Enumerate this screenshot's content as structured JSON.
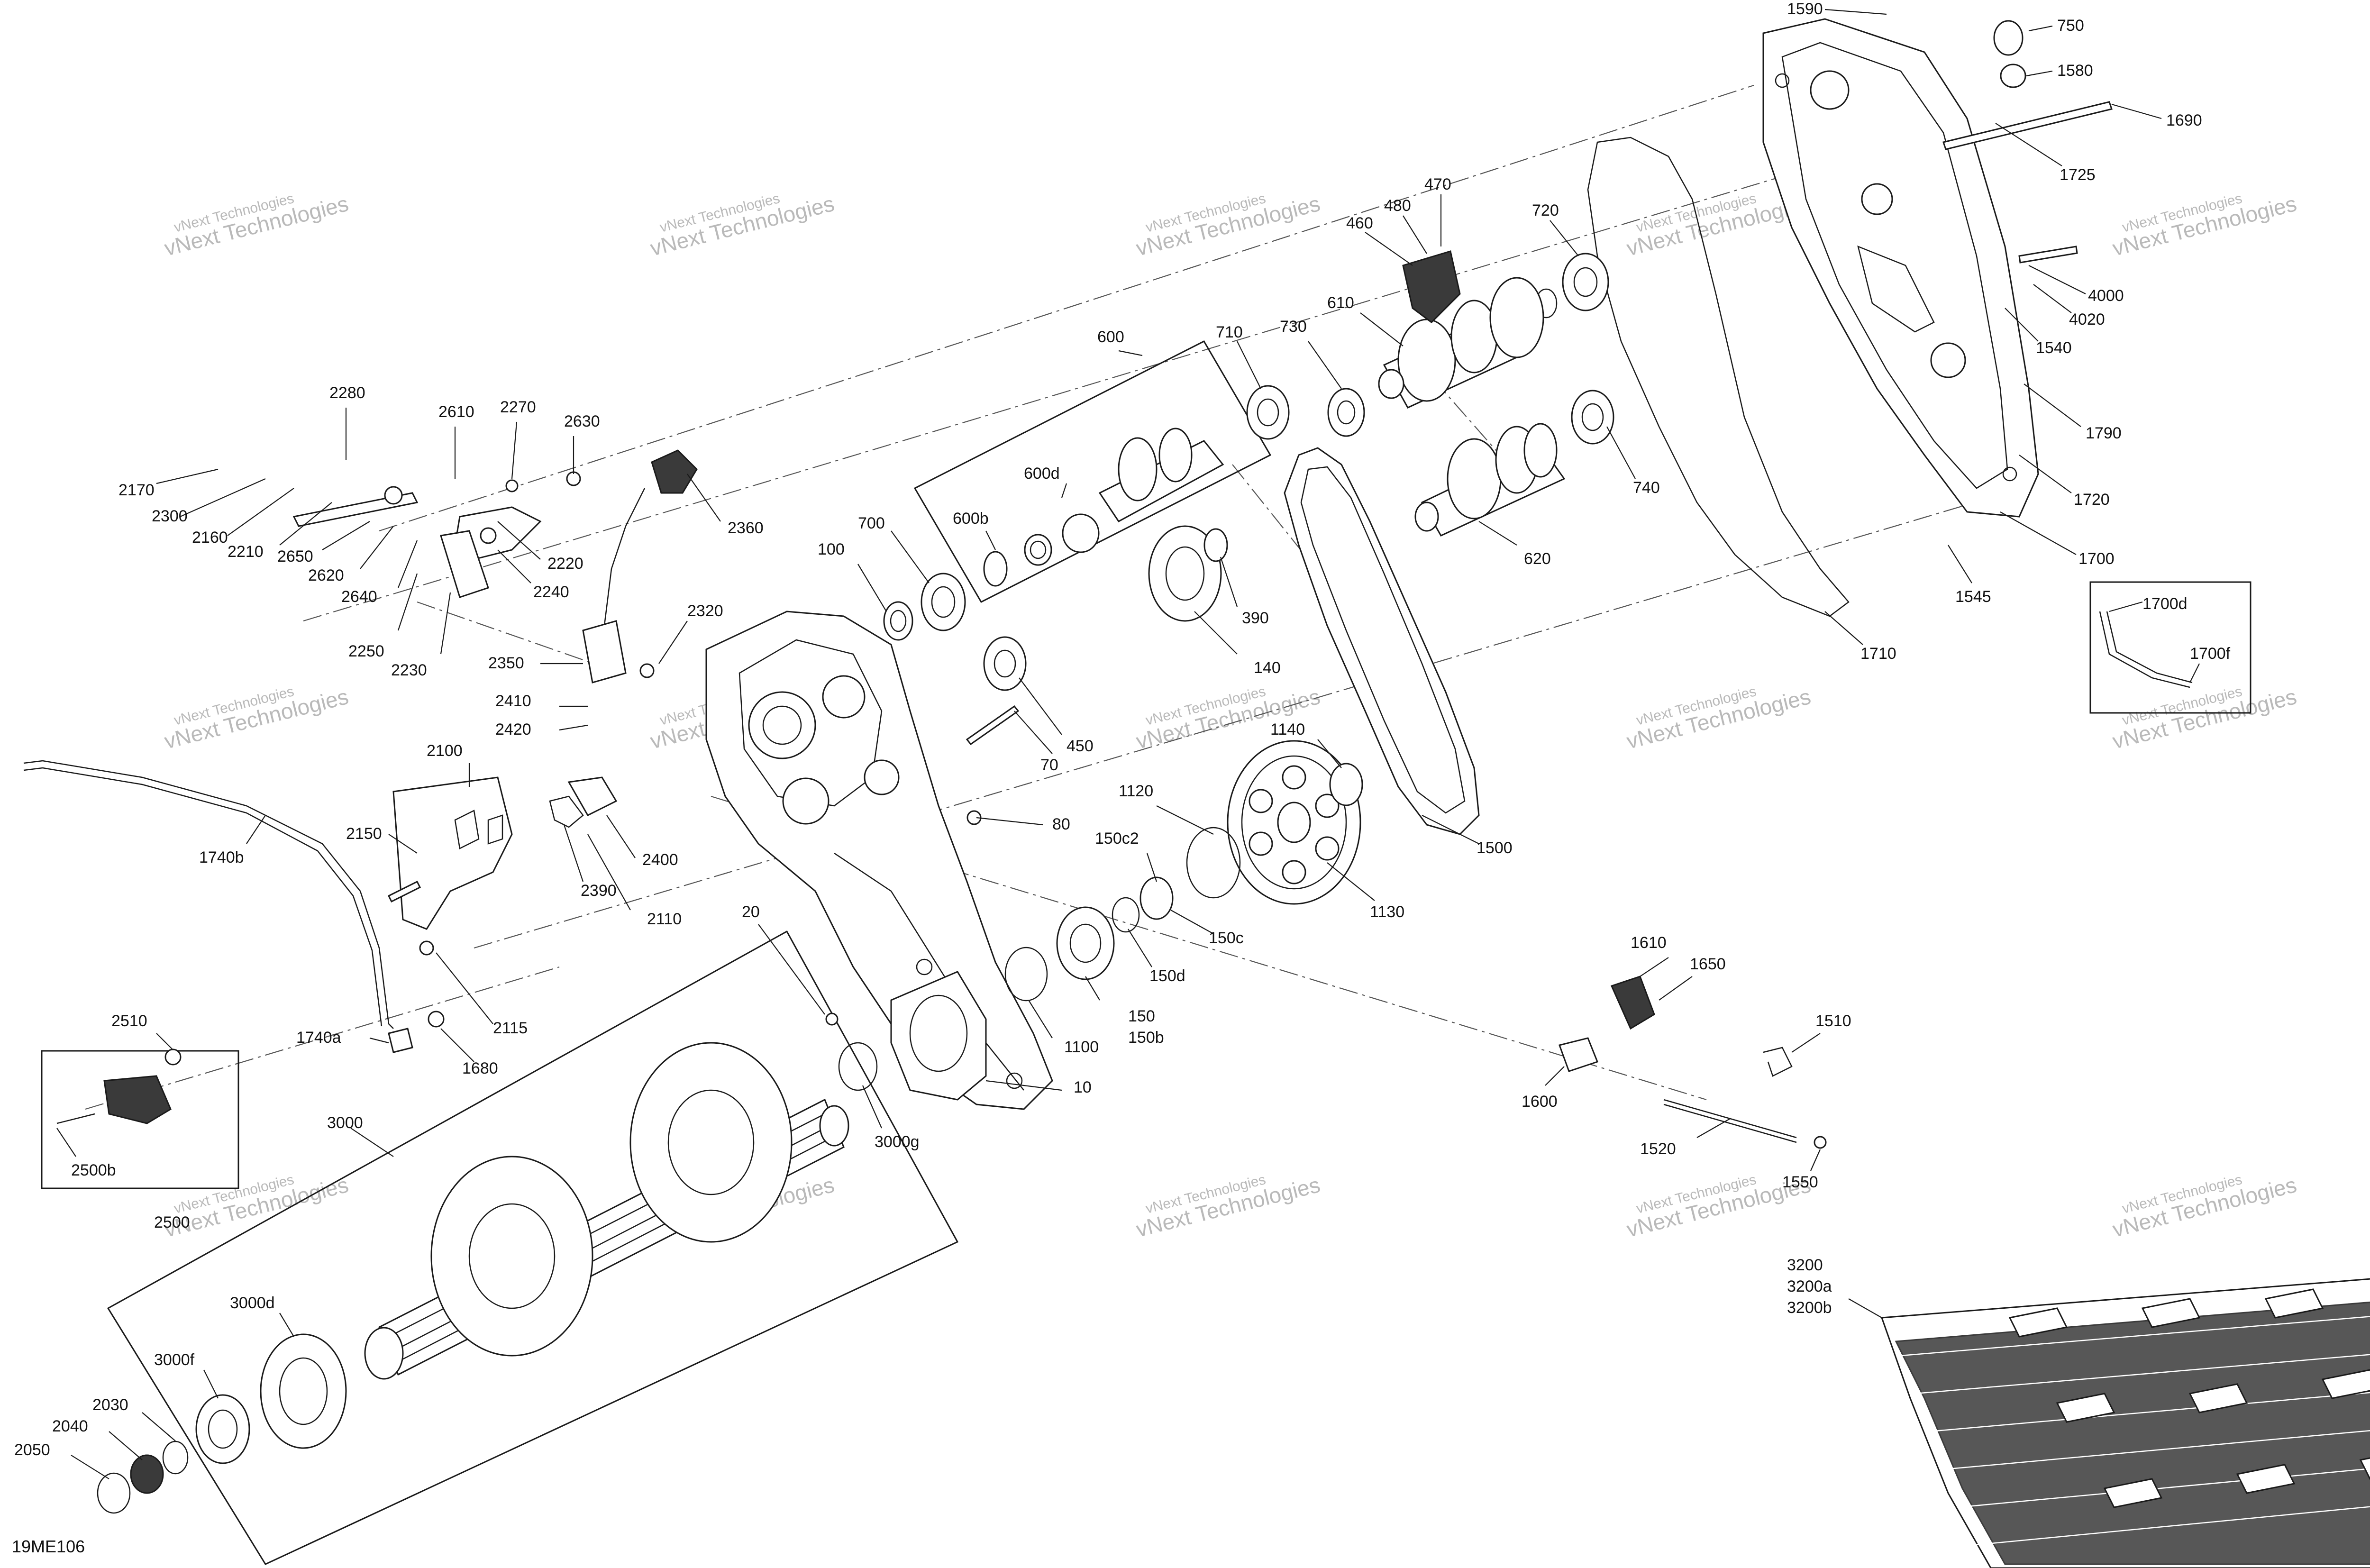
{
  "diagram": {
    "code": "19ME106",
    "watermark_line1": "vNext Technologies",
    "watermark_line2": "vNext Technologies",
    "labels": {
      "l1590": "1590",
      "l750": "750",
      "l1580": "1580",
      "l1690": "1690",
      "l1725": "1725",
      "l470": "470",
      "l480": "480",
      "l460": "460",
      "l720": "720",
      "l610": "610",
      "l730": "730",
      "l710": "710",
      "l600": "600",
      "l600d": "600d",
      "l600b": "600b",
      "l700": "700",
      "l100": "100",
      "l740": "740",
      "l620": "620",
      "l390": "390",
      "l140": "140",
      "l450": "450",
      "l70": "70",
      "l80": "80",
      "l1140": "1140",
      "l1120": "1120",
      "l150c2": "150c2",
      "l150c": "150c",
      "l150d": "150d",
      "l150": "150",
      "l150b": "150b",
      "l1100": "1100",
      "l1130": "1130",
      "l1500": "1500",
      "l1710": "1710",
      "l1700": "1700",
      "l1700d": "1700d",
      "l1700f": "1700f",
      "l4000": "4000",
      "l4020": "4020",
      "l1540": "1540",
      "l1790": "1790",
      "l1720": "1720",
      "l1545": "1545",
      "l2280": "2280",
      "l2610": "2610",
      "l2270": "2270",
      "l2630": "2630",
      "l2170": "2170",
      "l2300": "2300",
      "l2160": "2160",
      "l2210": "2210",
      "l2650": "2650",
      "l2620": "2620",
      "l2640": "2640",
      "l2220": "2220",
      "l2240": "2240",
      "l2250": "2250",
      "l2230": "2230",
      "l2360": "2360",
      "l2350": "2350",
      "l2320": "2320",
      "l2410": "2410",
      "l2420": "2420",
      "l2100": "2100",
      "l2150": "2150",
      "l2390": "2390",
      "l2400": "2400",
      "l2110": "2110",
      "l1740b": "1740b",
      "l2115": "2115",
      "l1740a": "1740a",
      "l1680": "1680",
      "l20": "20",
      "l2510": "2510",
      "l2500b": "2500b",
      "l2500": "2500",
      "l3000": "3000",
      "l3000g": "3000g",
      "l10": "10",
      "l3000d": "3000d",
      "l3000f": "3000f",
      "l2030": "2030",
      "l2040": "2040",
      "l2050": "2050",
      "l1610": "1610",
      "l1650": "1650",
      "l1510": "1510",
      "l1600": "1600",
      "l1520": "1520",
      "l1550": "1550",
      "l3200": "3200",
      "l3200a": "3200a",
      "l3200b": "3200b"
    }
  }
}
